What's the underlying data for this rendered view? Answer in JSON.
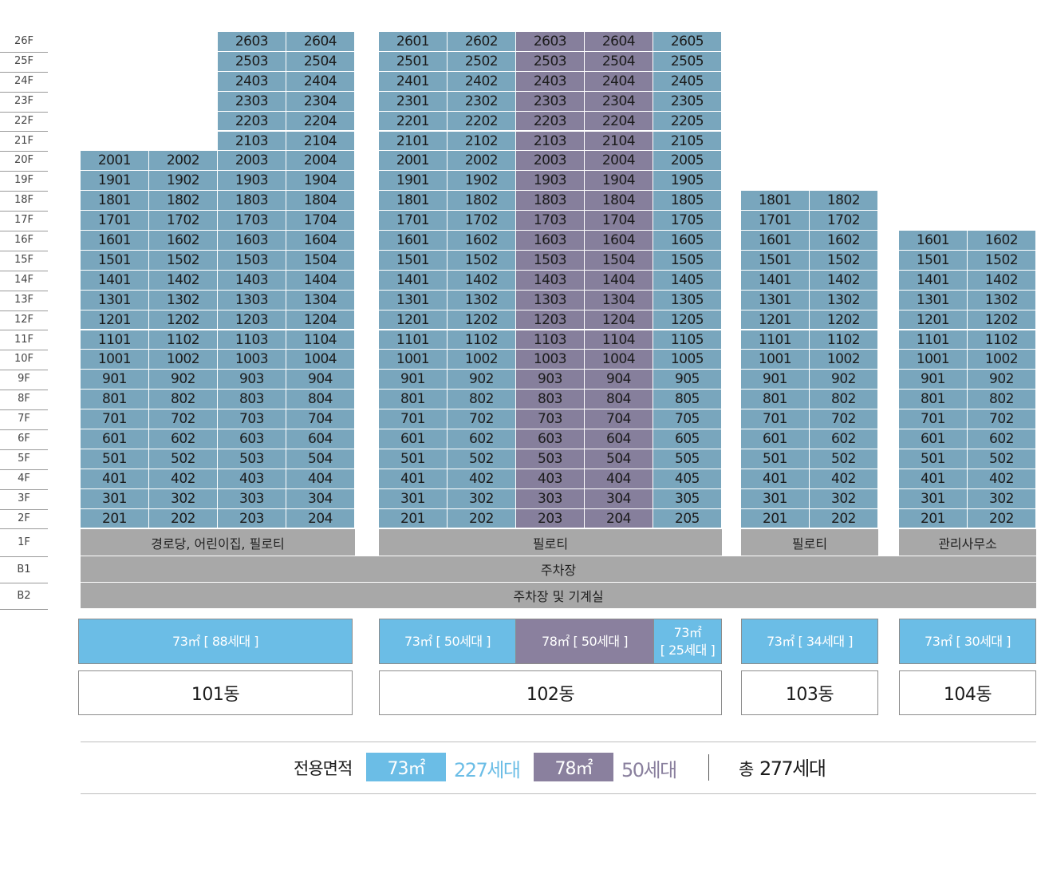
{
  "colors": {
    "t73": "#79a6bd",
    "t78": "#867f9c",
    "box73": "#6bbde6",
    "box78": "#8a809e",
    "grey": "#a8a8a8"
  },
  "floors": [
    "26F",
    "25F",
    "24F",
    "23F",
    "22F",
    "21F",
    "20F",
    "19F",
    "18F",
    "17F",
    "16F",
    "15F",
    "14F",
    "13F",
    "12F",
    "11F",
    "10F",
    "9F",
    "8F",
    "7F",
    "6F",
    "5F",
    "4F",
    "3F",
    "2F",
    "1F",
    "B1",
    "B2"
  ],
  "buildings": [
    {
      "name": "101동",
      "columns": [
        {
          "unit": "01",
          "top_floor": 20,
          "type": "73"
        },
        {
          "unit": "02",
          "top_floor": 20,
          "type": "73"
        },
        {
          "unit": "03",
          "top_floor": 26,
          "type": "73"
        },
        {
          "unit": "04",
          "top_floor": 26,
          "type": "73"
        }
      ],
      "ground_label": "경로당, 어린이집, 필로티",
      "type_boxes": [
        {
          "label": "73㎡ [ 88세대 ]",
          "type": "73"
        }
      ]
    },
    {
      "name": "102동",
      "columns": [
        {
          "unit": "01",
          "top_floor": 26,
          "type": "73"
        },
        {
          "unit": "02",
          "top_floor": 26,
          "type": "73"
        },
        {
          "unit": "03",
          "top_floor": 26,
          "type": "78"
        },
        {
          "unit": "04",
          "top_floor": 26,
          "type": "78"
        },
        {
          "unit": "05",
          "top_floor": 26,
          "type": "73"
        }
      ],
      "ground_label": "필로티",
      "type_boxes": [
        {
          "label": "73㎡ [ 50세대 ]",
          "type": "73"
        },
        {
          "label": "78㎡ [ 50세대 ]",
          "type": "78"
        },
        {
          "label": "73㎡\n[ 25세대 ]",
          "type": "73"
        }
      ]
    },
    {
      "name": "103동",
      "columns": [
        {
          "unit": "01",
          "top_floor": 18,
          "type": "73"
        },
        {
          "unit": "02",
          "top_floor": 18,
          "type": "73"
        }
      ],
      "ground_label": "필로티",
      "type_boxes": [
        {
          "label": "73㎡ [ 34세대 ]",
          "type": "73"
        }
      ]
    },
    {
      "name": "104동",
      "columns": [
        {
          "unit": "01",
          "top_floor": 16,
          "type": "73"
        },
        {
          "unit": "02",
          "top_floor": 16,
          "type": "73"
        }
      ],
      "ground_label": "관리사무소",
      "type_boxes": [
        {
          "label": "73㎡ [ 30세대 ]",
          "type": "73"
        }
      ]
    }
  ],
  "basement": {
    "b1": "주차장",
    "b2": "주차장 및 기계실"
  },
  "legend": {
    "title": "전용면적",
    "a_label": "73㎡",
    "a_count": "227세대",
    "b_label": "78㎡",
    "b_count": "50세대",
    "total_prefix": "총",
    "total_count": "277세대"
  }
}
